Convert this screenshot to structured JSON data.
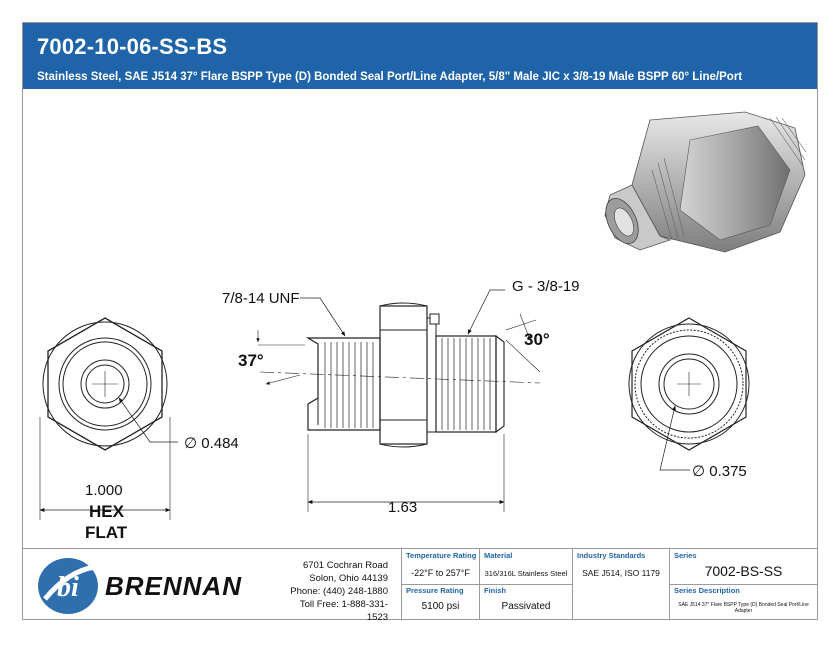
{
  "header": {
    "part_number": "7002-10-06-SS-BS",
    "description": "Stainless Steel, SAE J514 37° Flare BSPP Type (D) Bonded Seal Port/Line Adapter, 5/8\" Male JIC x 3/8-19 Male BSPP 60° Line/Port"
  },
  "drawing": {
    "thread_left": "7/8-14 UNF",
    "thread_right": "G - 3/8-19",
    "angle_left": "37°",
    "angle_right": "30°",
    "left_view_dia": "∅ 0.484",
    "right_view_dia": "∅ 0.375",
    "hex_size": "1.000",
    "hex_label_1": "HEX",
    "hex_label_2": "FLAT",
    "overall_length": "1.63"
  },
  "footer": {
    "brand": "BRENNAN",
    "logo_mark": "bi",
    "address": {
      "line1": "6701 Cochran Road",
      "line2": "Solon, Ohio 44139",
      "line3": "Phone: (440) 248-1880",
      "line4": "Toll Free: 1-888-331-1523"
    },
    "temperature": {
      "label": "Temperature Rating",
      "value": "-22°F to 257°F"
    },
    "pressure": {
      "label": "Pressure Rating",
      "value": "5100 psi"
    },
    "material": {
      "label": "Material",
      "value": "316/316L Stainless Steel"
    },
    "finish": {
      "label": "Finish",
      "value": "Passivated"
    },
    "standards": {
      "label": "Industry Standards",
      "value": "SAE J514, ISO 1179"
    },
    "series": {
      "label": "Series",
      "value": "7002-BS-SS"
    },
    "series_desc": {
      "label": "Series Description",
      "value": "SAE J514 37° Flare BSPP Type (D) Bonded Seal Port/Line Adapter"
    }
  },
  "colors": {
    "header_bg": "#1f64a8",
    "label_blue": "#1f64a8",
    "logo_blue": "#2f6fae"
  }
}
